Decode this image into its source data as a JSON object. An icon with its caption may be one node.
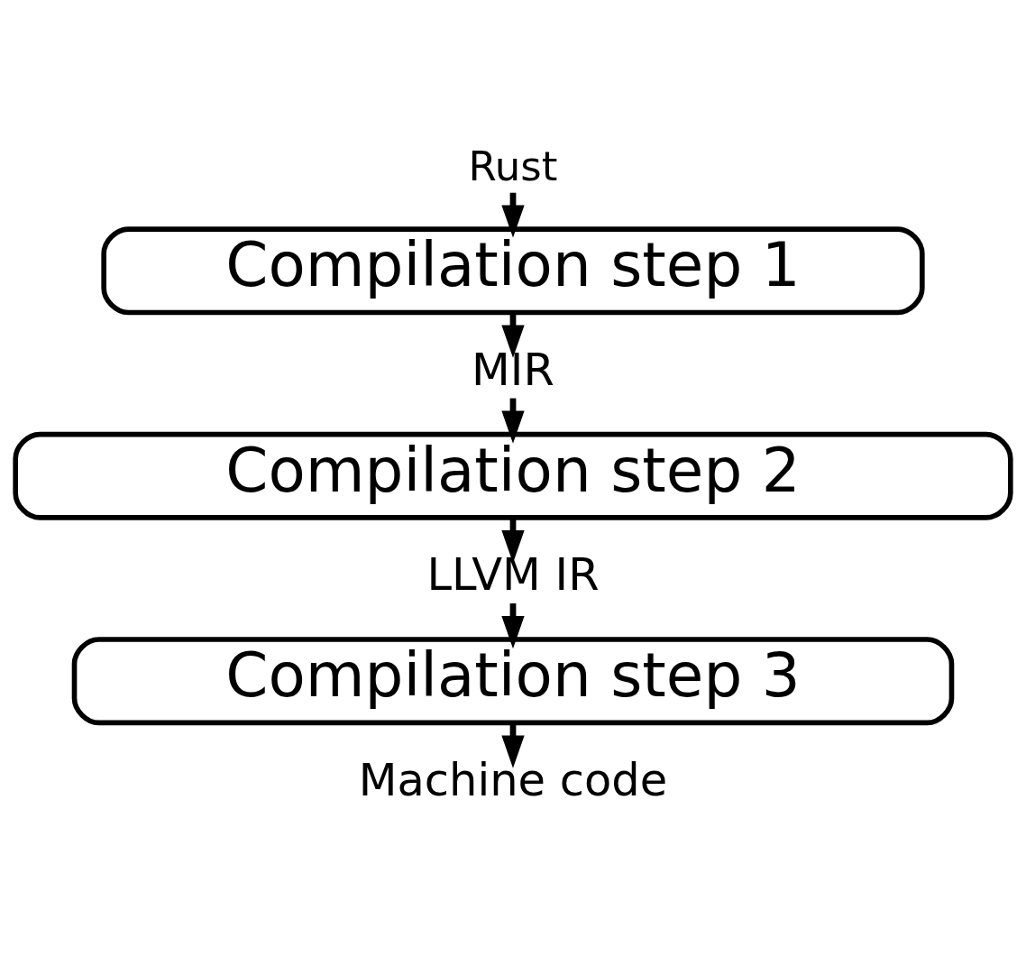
{
  "diagram": {
    "nodes": [
      {
        "text": [
          "Rust"
        ]
      },
      {
        "text": [
          "Compilation step 1"
        ]
      },
      {
        "text": [
          "MIR"
        ]
      },
      {
        "text": [
          "Compilation step 2"
        ]
      },
      {
        "text": [
          "LLVM IR"
        ]
      },
      {
        "text": [
          "Compilation step 3"
        ]
      },
      {
        "text": [
          "Machine code"
        ]
      }
    ],
    "edges": [
      {
        "from": 0,
        "to": 1,
        "arrow": "to"
      },
      {
        "from": 1,
        "to": 2,
        "arrow": "to"
      },
      {
        "from": 2,
        "to": 3,
        "arrow": "to"
      },
      {
        "from": 3,
        "to": 4,
        "arrow": "to"
      },
      {
        "from": 4,
        "to": 5,
        "arrow": "to"
      },
      {
        "from": 5,
        "to": 6,
        "arrow": "to"
      }
    ]
  }
}
